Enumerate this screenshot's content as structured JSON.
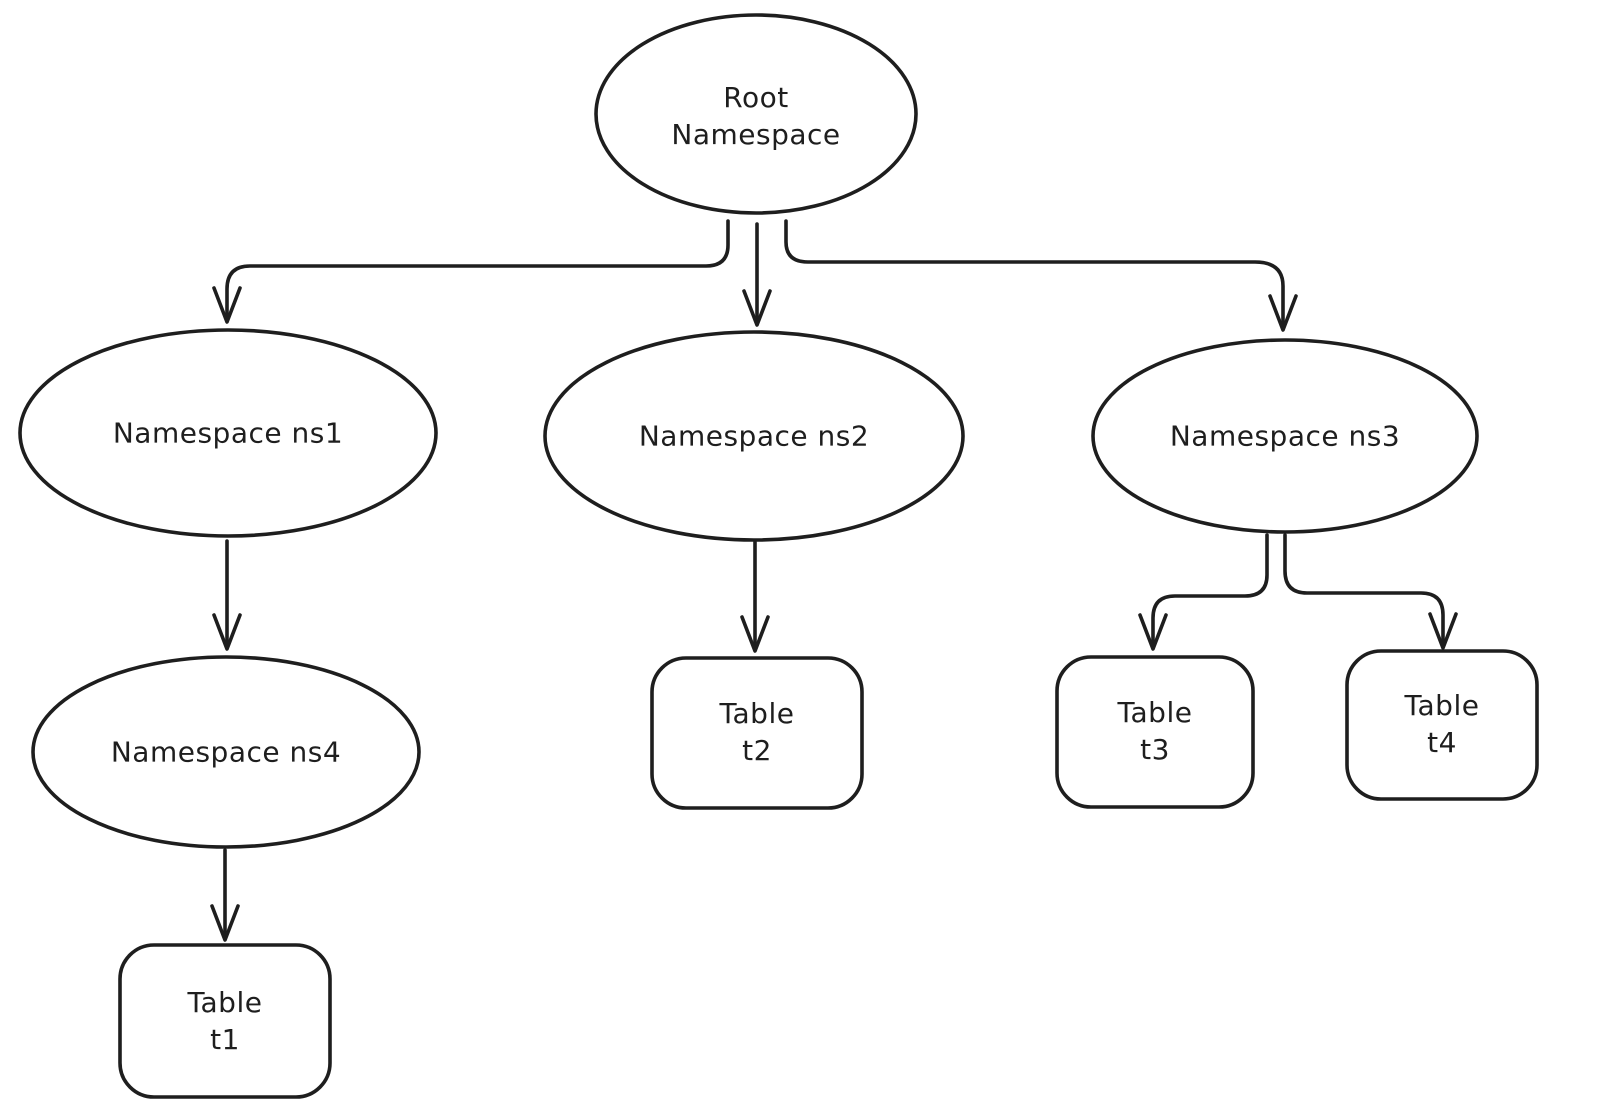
{
  "diagram": {
    "background_color": "#ffffff",
    "stroke_color": "#1e1e1e",
    "nodes": [
      {
        "id": "root",
        "type": "ellipse",
        "label": "Root\nNamespace"
      },
      {
        "id": "ns1",
        "type": "ellipse",
        "label": "Namespace ns1"
      },
      {
        "id": "ns2",
        "type": "ellipse",
        "label": "Namespace ns2"
      },
      {
        "id": "ns3",
        "type": "ellipse",
        "label": "Namespace ns3"
      },
      {
        "id": "ns4",
        "type": "ellipse",
        "label": "Namespace ns4"
      },
      {
        "id": "t1",
        "type": "rounded-rect",
        "label": "Table\nt1"
      },
      {
        "id": "t2",
        "type": "rounded-rect",
        "label": "Table\nt2"
      },
      {
        "id": "t3",
        "type": "rounded-rect",
        "label": "Table\nt3"
      },
      {
        "id": "t4",
        "type": "rounded-rect",
        "label": "Table\nt4"
      }
    ],
    "edges": [
      {
        "from": "root",
        "to": "ns1"
      },
      {
        "from": "root",
        "to": "ns2"
      },
      {
        "from": "root",
        "to": "ns3"
      },
      {
        "from": "ns1",
        "to": "ns4"
      },
      {
        "from": "ns4",
        "to": "t1"
      },
      {
        "from": "ns2",
        "to": "t2"
      },
      {
        "from": "ns3",
        "to": "t3"
      },
      {
        "from": "ns3",
        "to": "t4"
      }
    ]
  }
}
